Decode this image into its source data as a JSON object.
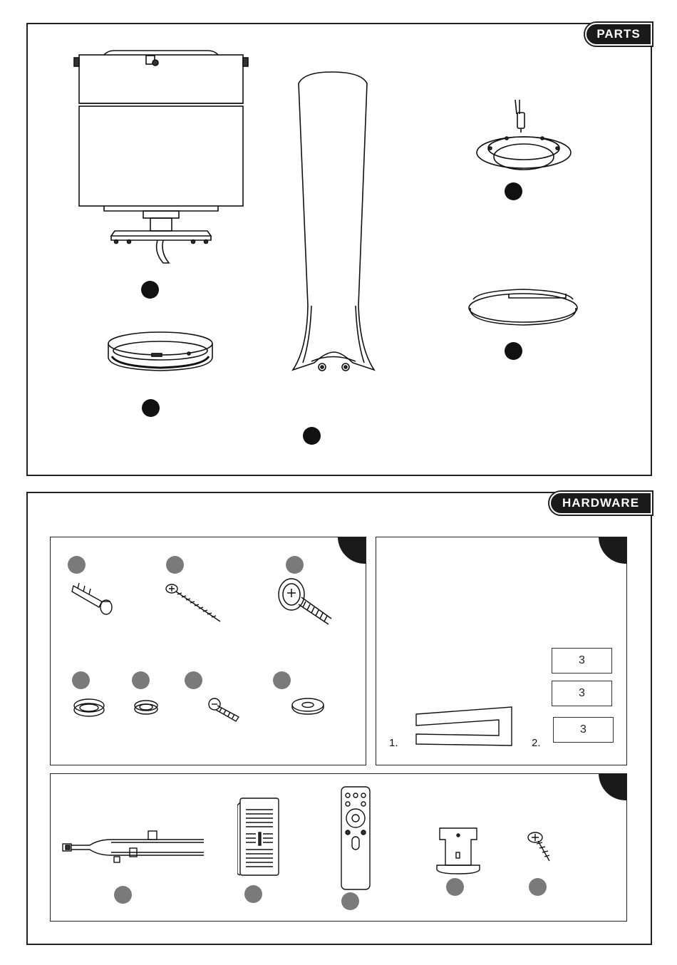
{
  "parts": {
    "tab_label": "PARTS"
  },
  "hardware": {
    "tab_label": "HARDWARE",
    "steps": {
      "step1_label": "1.",
      "step2_label": "2."
    },
    "quantities": [
      "3",
      "3",
      "3"
    ]
  },
  "colors": {
    "ink": "#1a1a1a",
    "callout_grey": "#7a7a7a",
    "paper": "#ffffff"
  }
}
